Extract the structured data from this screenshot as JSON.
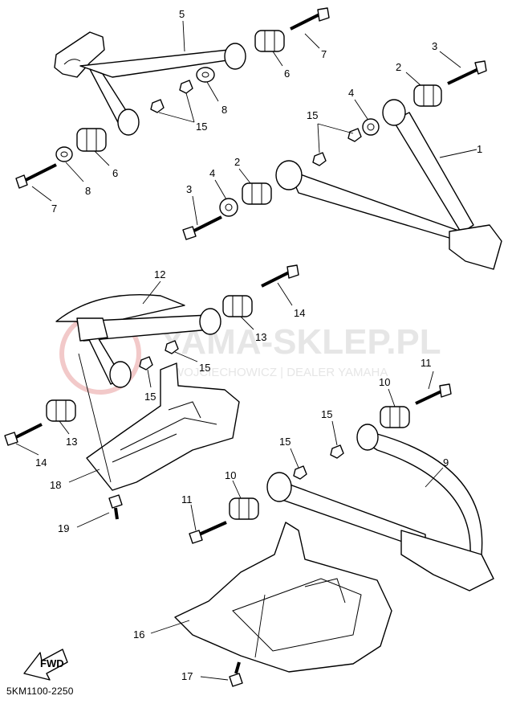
{
  "watermark": {
    "title": "YAMA-SKLEP.PL",
    "subtitle": "WOJCIECHOWICZ | DEALER YAMAHA"
  },
  "fwd_label": "FWD",
  "diagram_code": "5KM1100-2250",
  "callouts": {
    "n1": "1",
    "n2a": "2",
    "n2b": "2",
    "n3a": "3",
    "n3b": "3",
    "n4a": "4",
    "n4b": "4",
    "n5": "5",
    "n6a": "6",
    "n6b": "6",
    "n7a": "7",
    "n7b": "7",
    "n8a": "8",
    "n8b": "8",
    "n9": "9",
    "n10a": "10",
    "n10b": "10",
    "n11a": "11",
    "n11b": "11",
    "n12": "12",
    "n13a": "13",
    "n13b": "13",
    "n14a": "14",
    "n14b": "14",
    "n15a": "15",
    "n15b": "15",
    "n15c": "15",
    "n15d": "15",
    "n15e": "15",
    "n15f": "15",
    "n16": "16",
    "n17": "17",
    "n18": "18",
    "n19": "19"
  }
}
